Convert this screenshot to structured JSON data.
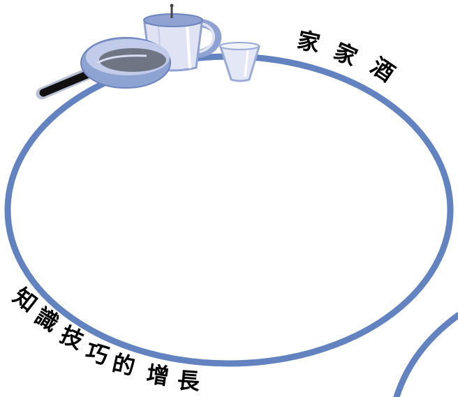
{
  "top_label": [
    "家",
    "家",
    "酒"
  ],
  "bottom_label": [
    "知",
    "識",
    "技",
    "巧",
    "的",
    "增",
    "長"
  ],
  "colors": {
    "ring": "#6283bf",
    "pan_blue": "#8da3d2",
    "pan_inner": "#707584",
    "pot_body": "#dfe3f3",
    "pot_lid": "#8fa2d2",
    "cup_body": "#e3e7f6",
    "handle": "#111111",
    "text": "#000000"
  },
  "icons": [
    "frying-pan-icon",
    "pot-icon",
    "cup-icon"
  ]
}
